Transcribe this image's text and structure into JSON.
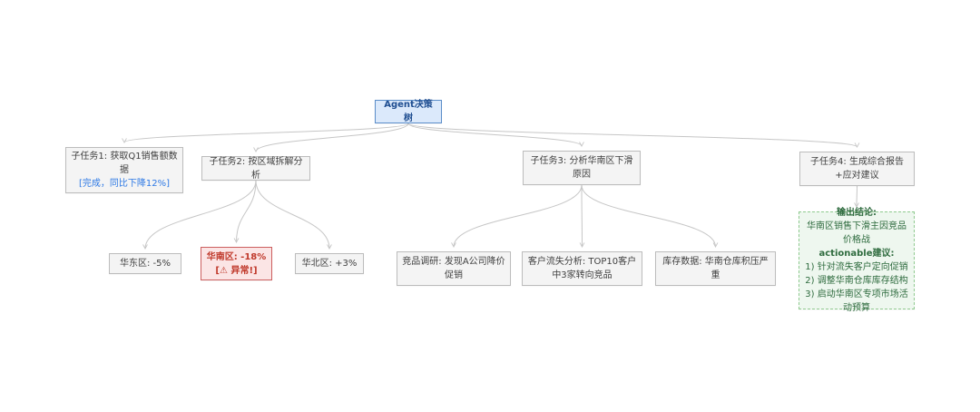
{
  "diagram": {
    "title": "Agent决策树",
    "colors": {
      "root_fill": "#dbe9fb",
      "root_border": "#5b8dc9",
      "root_text": "#1f4e91",
      "status_blue": "#2f7ae5",
      "alert_fill": "#fbe5e5",
      "alert_border": "#cc5f5f",
      "alert_red": "#c0392b",
      "success_fill": "#eef7ef",
      "success_border": "#8fca8f",
      "success_green": "#2e6b3e",
      "edge_gray": "#c6c6c6"
    },
    "nodes": {
      "root": {
        "label": "Agent决策树"
      },
      "task1": {
        "label": "子任务1: 获取Q1销售额数据",
        "status": "[完成，同比下降12%]"
      },
      "task2": {
        "label": "子任务2: 按区域拆解分析"
      },
      "task3": {
        "label": "子任务3: 分析华南区下滑原因"
      },
      "task4": {
        "label": "子任务4: 生成综合报告+应对建议"
      },
      "east": {
        "label": "华东区: -5%"
      },
      "south": {
        "label": "华南区: -18%",
        "alert": "[⚠ 异常!]"
      },
      "north": {
        "label": "华北区: +3%"
      },
      "research": {
        "label": "竞品调研: 发现A公司降价促销"
      },
      "churn": {
        "label": "客户流失分析: TOP10客户中3家转向竞品"
      },
      "inventory": {
        "label": "库存数据: 华南仓库积压严重"
      },
      "output": {
        "heading1": "输出结论:",
        "body1": "华南区销售下滑主因竞品价格战",
        "heading2": "actionable建议:",
        "items": [
          "1) 针对流失客户定向促销",
          "2) 调整华南仓库库存结构",
          "3) 启动华南区专项市场活动预算"
        ]
      }
    },
    "edges": [
      [
        "root",
        "task1"
      ],
      [
        "root",
        "task2"
      ],
      [
        "root",
        "task3"
      ],
      [
        "root",
        "task4"
      ],
      [
        "task2",
        "east"
      ],
      [
        "task2",
        "south"
      ],
      [
        "task2",
        "north"
      ],
      [
        "task3",
        "research"
      ],
      [
        "task3",
        "churn"
      ],
      [
        "task3",
        "inventory"
      ],
      [
        "task4",
        "output"
      ]
    ]
  }
}
